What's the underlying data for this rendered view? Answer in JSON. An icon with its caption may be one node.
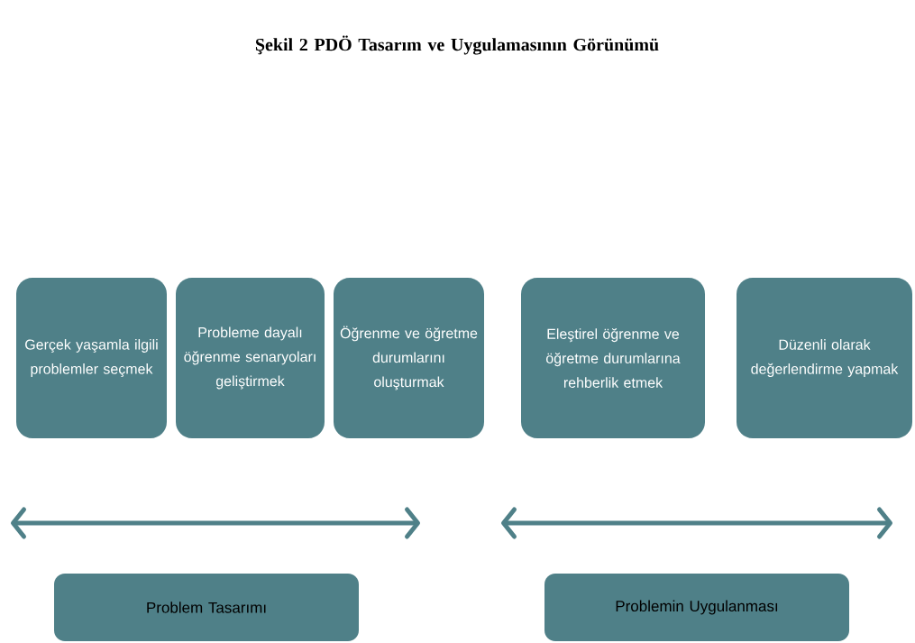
{
  "diagram": {
    "title": "Şekil 2 PDÖ Tasarım ve Uygulamasının Görünümü",
    "nodes": [
      {
        "text": [
          "Gerçek yaşamla ilgili problemler seçmek"
        ]
      },
      {
        "text": [
          "Probleme dayalı öğrenme senaryoları geliştirmek"
        ]
      },
      {
        "text": [
          "Öğrenme ve öğretme durumlarını oluşturmak"
        ]
      },
      {
        "text": [
          "Eleştirel öğrenme ve öğretme durumlarına rehberlik etmek"
        ]
      },
      {
        "text": [
          "Düzenli olarak değerlendirme yapmak"
        ]
      },
      {
        "text": [
          "Problem Tasarımı"
        ]
      },
      {
        "text": [
          "Problemin Uygulanması"
        ]
      }
    ],
    "edges": []
  }
}
